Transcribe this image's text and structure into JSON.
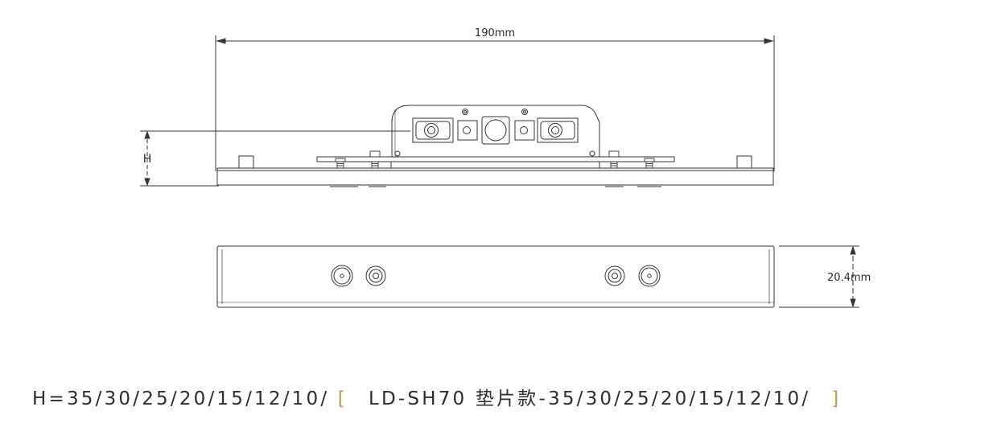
{
  "dimensions": {
    "width_label": "190mm",
    "height_symbol": "H",
    "depth_label": "20.4mm"
  },
  "caption": {
    "spec_text": "H=35/30/25/20/15/12/10/",
    "open_bracket": "[",
    "model_text": "LD-SH70 垫片款-35/30/25/20/15/12/10/",
    "close_bracket": "]"
  },
  "colors": {
    "line": "#333333",
    "bracket": "#c29a55"
  }
}
